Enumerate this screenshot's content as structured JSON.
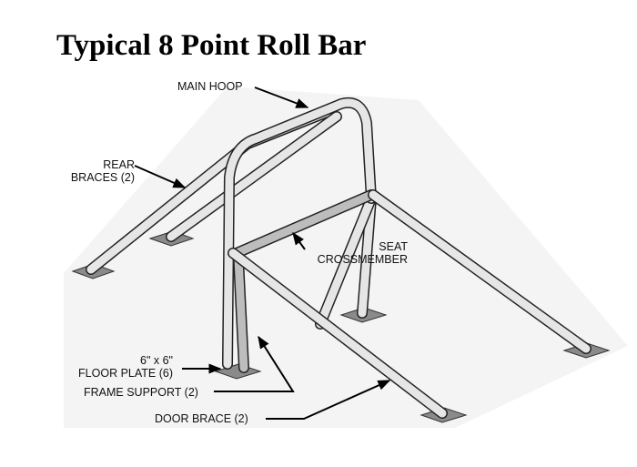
{
  "title": "Typical 8 Point Roll Bar",
  "labels": {
    "main_hoop": "MAIN HOOP",
    "rear_braces_1": "REAR",
    "rear_braces_2": "BRACES (2)",
    "seat_crossmember_1": "SEAT",
    "seat_crossmember_2": "CROSSMEMBER",
    "floor_plate_1": "6\" x 6\"",
    "floor_plate_2": "FLOOR PLATE (6)",
    "frame_support": "FRAME SUPPORT (2)",
    "door_brace": "DOOR BRACE (2)"
  },
  "colors": {
    "tube_fill": "#e6e6e6",
    "tube_outline": "#222222",
    "plate_fill": "#8a8a8a",
    "leader": "#000000",
    "shadow": "#f2f2f2"
  }
}
